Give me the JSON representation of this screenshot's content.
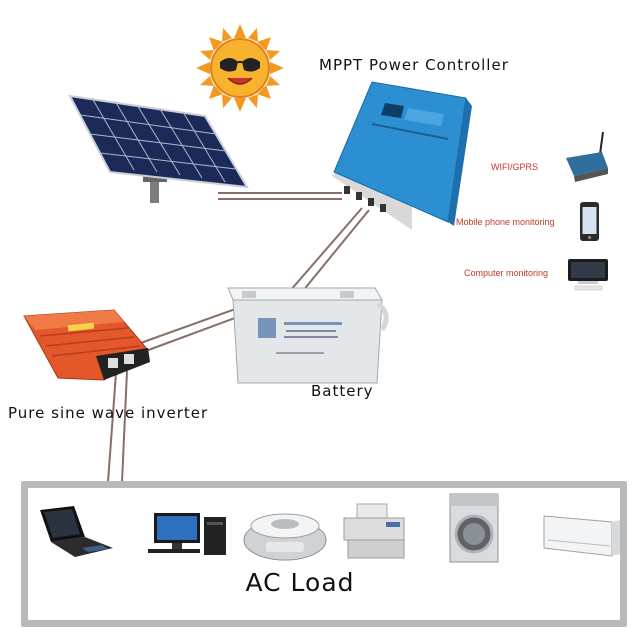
{
  "labels": {
    "controller": "MPPT Power Controller",
    "wifi": "WIFI/GPRS",
    "mobile": "Mobile phone monitoring",
    "computer": "Computer monitoring",
    "battery": "Battery",
    "inverter": "Pure sine wave inverter",
    "ac_load": "AC Load"
  },
  "colors": {
    "wire": "#8a6e68",
    "controller_blue": "#2b8fd1",
    "inverter_orange": "#e4572a",
    "monitor_label_red": "#c0392b",
    "frame_gray": "#b9b9b9"
  },
  "icons": {
    "sun": "sun-icon",
    "solar_panel": "solar-panel-icon",
    "controller": "mppt-controller-icon",
    "wifi_module": "wifi-gprs-module-icon",
    "phone": "mobile-phone-icon",
    "computer": "computer-monitor-icon",
    "battery": "battery-icon",
    "inverter": "inverter-icon",
    "loads": [
      "laptop-icon",
      "desktop-computer-icon",
      "rice-cooker-icon",
      "printer-icon",
      "washing-machine-icon",
      "air-conditioner-icon"
    ]
  }
}
